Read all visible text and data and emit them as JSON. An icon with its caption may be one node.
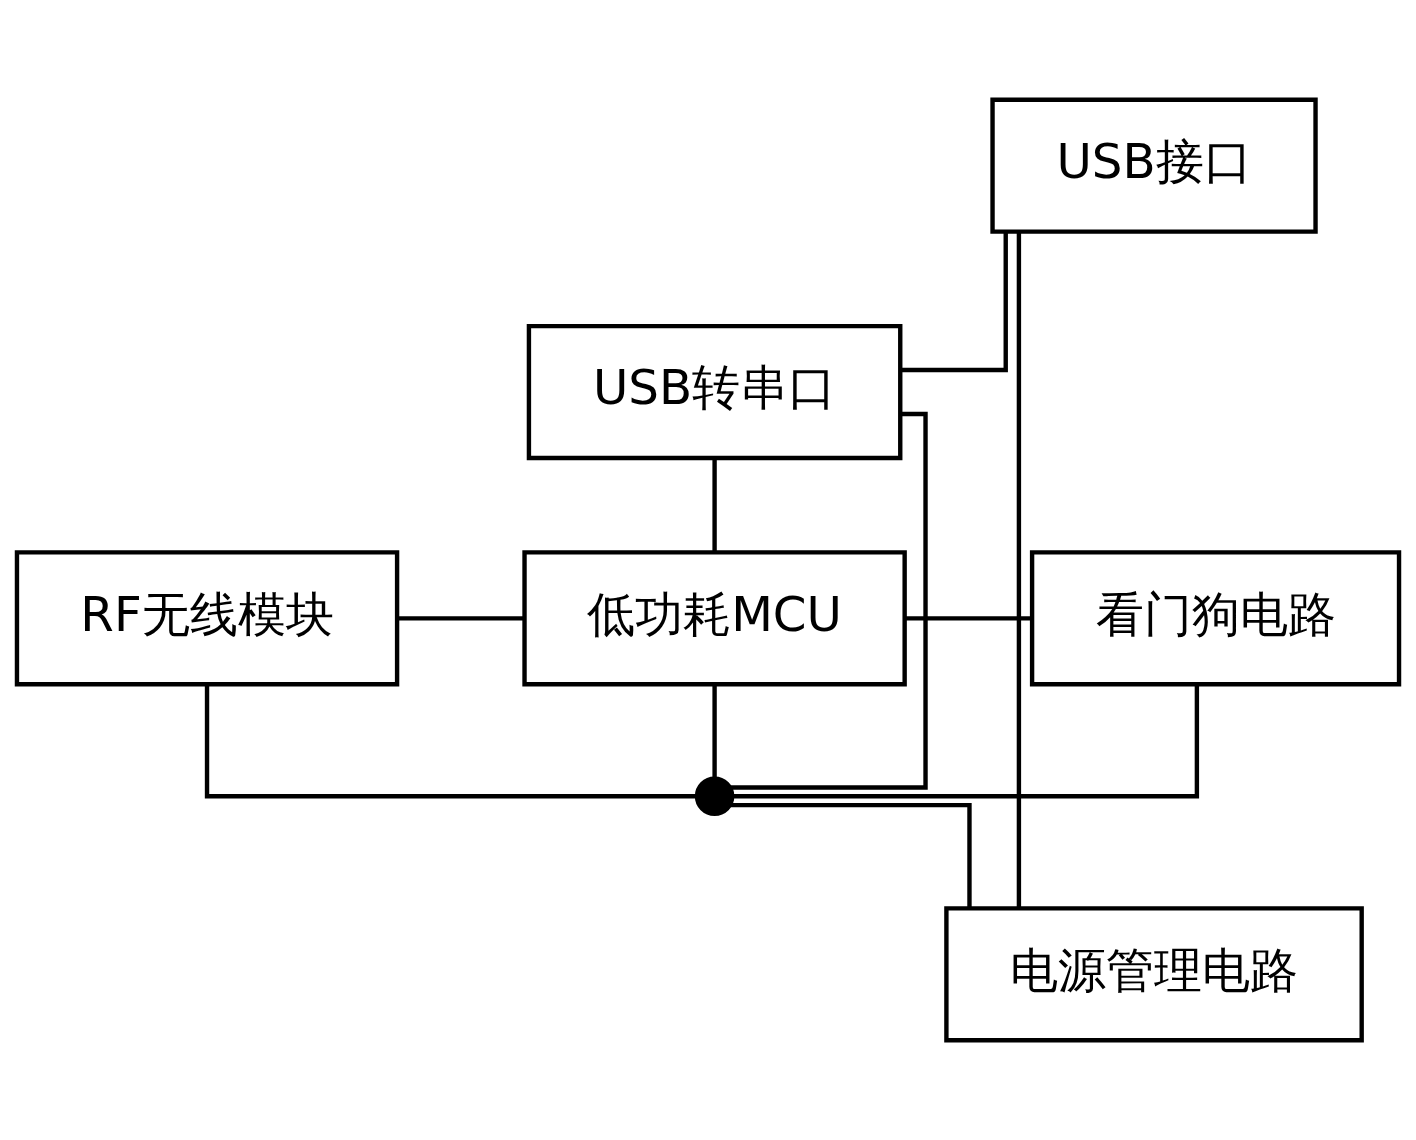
{
  "diagram": {
    "nodes": [
      {
        "text": [
          "USB接口"
        ]
      },
      {
        "text": [
          "USB转串口"
        ]
      },
      {
        "text": [
          "RF无线模块"
        ]
      },
      {
        "text": [
          "低功耗MCU"
        ]
      },
      {
        "text": [
          "看门狗电路"
        ]
      },
      {
        "text": [],
        "shape": "circle"
      },
      {
        "text": [
          "电源管理电路"
        ]
      }
    ],
    "edges": [
      {
        "from": 0,
        "to": 1,
        "arrow": "none"
      },
      {
        "from": 1,
        "to": 3,
        "arrow": "none"
      },
      {
        "from": 2,
        "to": 3,
        "arrow": "none"
      },
      {
        "from": 3,
        "to": 4,
        "arrow": "none"
      },
      {
        "from": 3,
        "to": 5,
        "arrow": "none"
      },
      {
        "from": 2,
        "to": 5,
        "arrow": "none"
      },
      {
        "from": 4,
        "to": 5,
        "arrow": "none"
      },
      {
        "from": 1,
        "to": 5,
        "arrow": "none"
      },
      {
        "from": 5,
        "to": 6,
        "arrow": "none"
      },
      {
        "from": 0,
        "to": 6,
        "arrow": "none"
      }
    ]
  }
}
